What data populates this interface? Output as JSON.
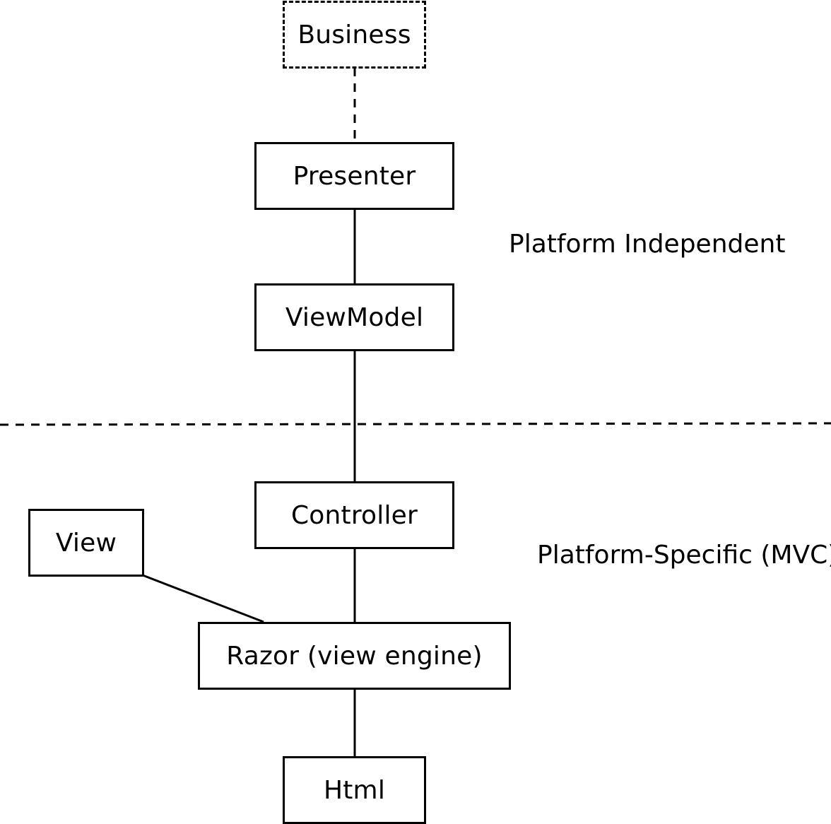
{
  "nodes": {
    "business": "Business",
    "presenter": "Presenter",
    "viewmodel": "ViewModel",
    "controller": "Controller",
    "view": "View",
    "razor": "Razor (view engine)",
    "html": "Html"
  },
  "regions": {
    "platform_independent": "Platform Independent",
    "platform_specific": "Platform-Specific (MVC)"
  },
  "colors": {
    "stroke": "#000000",
    "background": "#ffffff"
  }
}
